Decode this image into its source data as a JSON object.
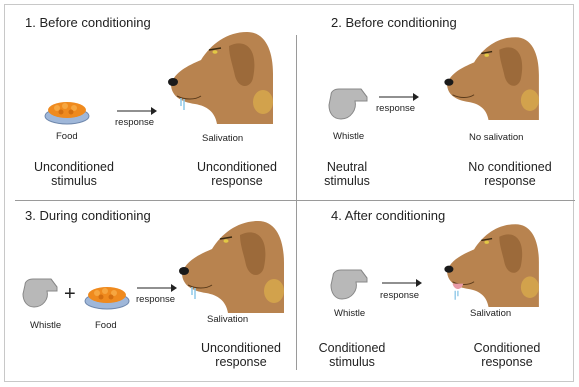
{
  "panels": [
    {
      "title": "1. Before conditioning",
      "stimulus_caption": "Food",
      "arrow_label": "response",
      "response_caption": "Salivation",
      "stimulus_type_line1": "Unconditioned",
      "stimulus_type_line2": "stimulus",
      "response_type_line1": "Unconditioned",
      "response_type_line2": "response"
    },
    {
      "title": "2. Before conditioning",
      "stimulus_caption": "Whistle",
      "arrow_label": "response",
      "response_caption": "No salivation",
      "stimulus_type_line1": "Neutral",
      "stimulus_type_line2": "stimulus",
      "response_type_line1": "No conditioned",
      "response_type_line2": "response"
    },
    {
      "title": "3. During conditioning",
      "stimulus_caption_a": "Whistle",
      "plus": "+",
      "stimulus_caption_b": "Food",
      "arrow_label": "response",
      "response_caption": "Salivation",
      "response_type_line1": "Unconditioned",
      "response_type_line2": "response"
    },
    {
      "title": "4. After conditioning",
      "stimulus_caption": "Whistle",
      "arrow_label": "response",
      "response_caption": "Salivation",
      "stimulus_type_line1": "Conditioned",
      "stimulus_type_line2": "stimulus",
      "response_type_line1": "Conditioned",
      "response_type_line2": "response"
    }
  ],
  "colors": {
    "dog_fur": "#b8834f",
    "dog_ear": "#9c6a3a",
    "dog_patch": "#d2a24c",
    "food_orange": "#ef8a1e",
    "bowl_blue": "#9fb7d9",
    "whistle_gray": "#b8b8b8",
    "tongue_pink": "#e89aa6"
  }
}
